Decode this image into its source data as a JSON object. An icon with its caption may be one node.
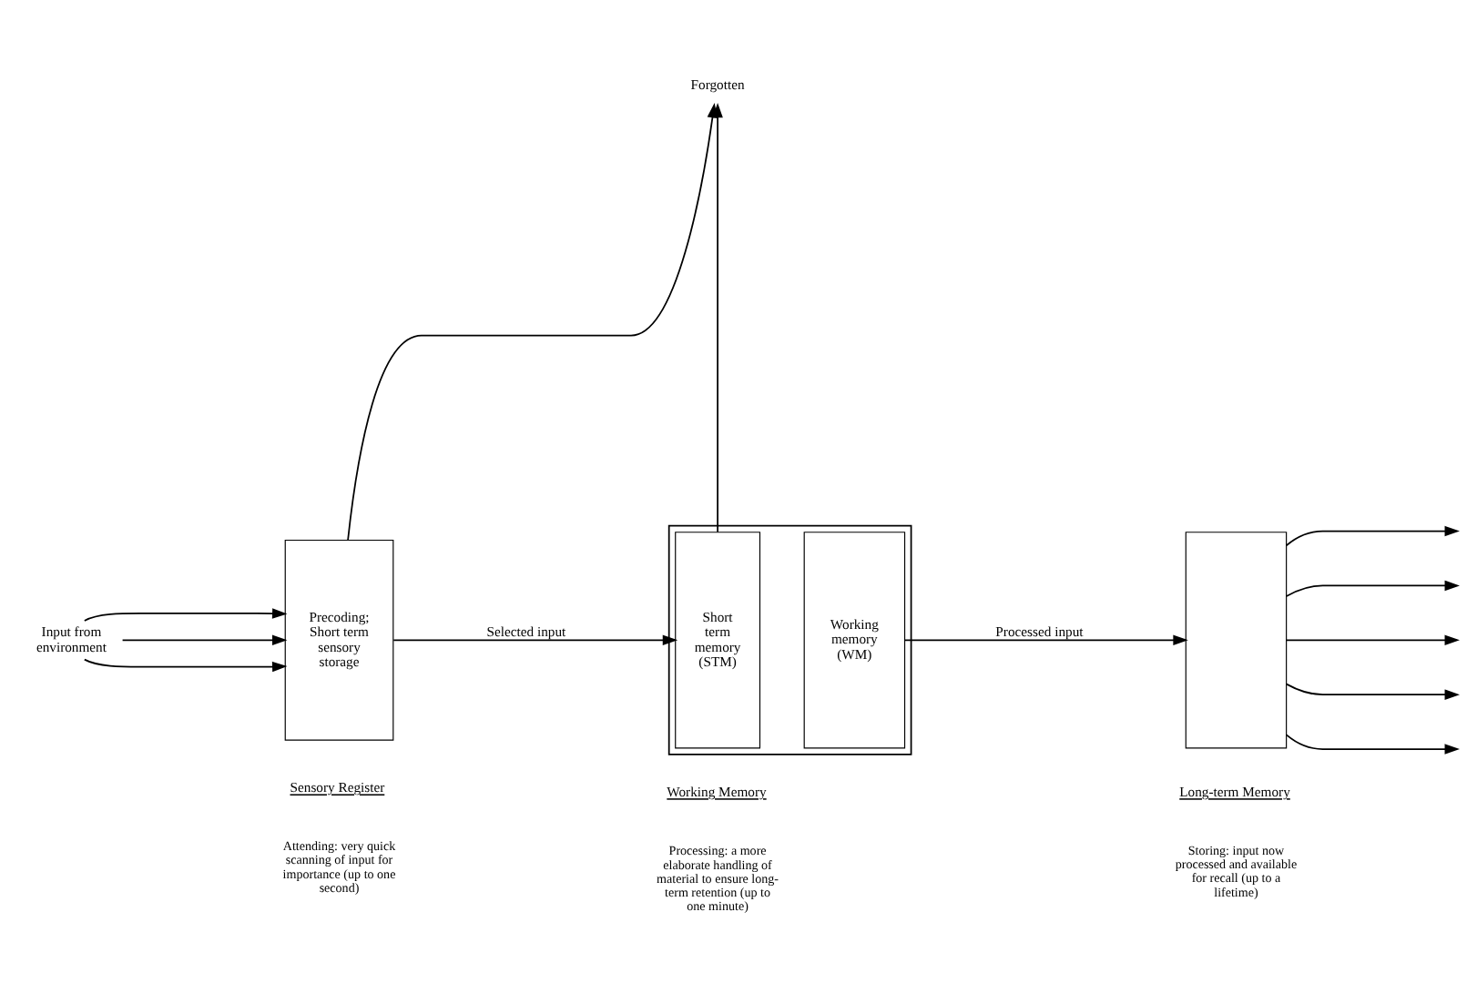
{
  "diagram": {
    "nodes": [
      {
        "text": [
          "Input from environment"
        ]
      },
      {
        "text": [
          "Precoding; Short term sensory storage"
        ]
      },
      {
        "text": [
          "Forgotten"
        ]
      },
      {
        "text": [],
        "shape": "box"
      },
      {
        "text": [
          "Short term memory (STM)"
        ],
        "in": 3
      },
      {
        "text": [
          "Working memory (WM)"
        ],
        "in": 3
      },
      {
        "text": [],
        "shape": "box"
      }
    ],
    "edges": [
      {
        "from": 0,
        "to": 1,
        "arrow": "to"
      },
      {
        "from": 0,
        "to": 1,
        "arrow": "to"
      },
      {
        "from": 0,
        "to": 1,
        "arrow": "to"
      },
      {
        "from": 1,
        "to": 2,
        "arrow": "to"
      },
      {
        "from": 4,
        "to": 2,
        "arrow": "to"
      },
      {
        "from": 1,
        "to": 4,
        "label": "Selected input",
        "arrow": "to"
      },
      {
        "from": 5,
        "to": 6,
        "label": "Processed input",
        "arrow": "to"
      },
      {
        "from": 6,
        "to": null,
        "arrow": "to"
      },
      {
        "from": 6,
        "to": null,
        "arrow": "to"
      },
      {
        "from": 6,
        "to": null,
        "arrow": "to"
      },
      {
        "from": 6,
        "to": null,
        "arrow": "to"
      },
      {
        "from": 6,
        "to": null,
        "arrow": "to"
      }
    ],
    "labels": [
      "Sensory Register",
      "Working Memory",
      "Long-term Memory",
      "Attending: very quick scanning of input for importance (up to one second)",
      "Processing: a more elaborate handling of material to ensure long-term retention (up to one minute)",
      "Storing: input now processed and available for recall (up to a lifetime)"
    ]
  }
}
